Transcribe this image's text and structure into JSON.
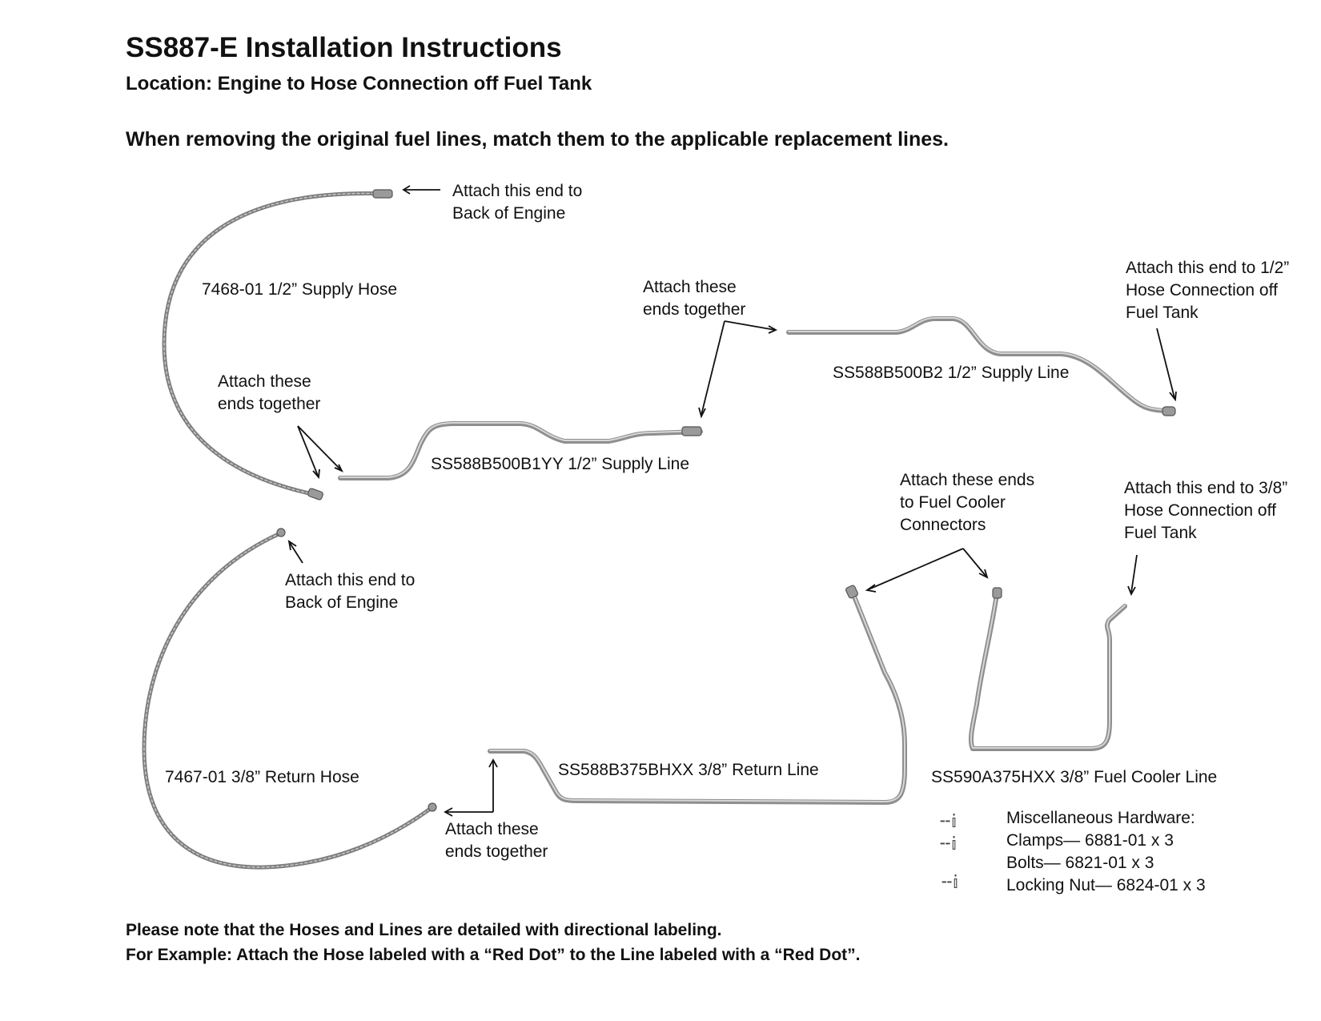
{
  "header": {
    "title": "SS887-E Installation Instructions",
    "location": "Location: Engine to Hose Connection off Fuel Tank",
    "instruction": "When removing the original fuel lines, match them to the applicable replacement lines."
  },
  "parts": {
    "supply_hose": "7468-01 1/2” Supply Hose",
    "supply_line_b1": "SS588B500B1YY 1/2” Supply Line",
    "supply_line_b2": "SS588B500B2 1/2” Supply Line",
    "return_hose": "7467-01 3/8” Return Hose",
    "return_line": "SS588B375BHXX 3/8” Return Line",
    "fuel_cooler_line": "SS590A375HXX 3/8” Fuel Cooler Line"
  },
  "callouts": {
    "supply_back_engine": [
      "Attach this end to",
      "Back of Engine"
    ],
    "supply_together_left": [
      "Attach these",
      "ends together"
    ],
    "supply_together_mid": [
      "Attach these",
      "ends together"
    ],
    "supply_tank": [
      "Attach this end to 1/2”",
      "Hose Connection off",
      "Fuel Tank"
    ],
    "cooler_connectors": [
      "Attach these ends",
      "to Fuel Cooler",
      "Connectors"
    ],
    "return_tank": [
      "Attach this end to 3/8”",
      "Hose Connection off",
      "Fuel Tank"
    ],
    "return_back_engine": [
      "Attach this end to",
      "Back of Engine"
    ],
    "return_together": [
      "Attach these",
      "ends together"
    ]
  },
  "hardware": {
    "heading": "Miscellaneous Hardware:",
    "items": [
      "Clamps— 6881-01 x 3",
      "Bolts— 6821-01 x 3",
      "Locking Nut— 6824-01 x 3"
    ]
  },
  "notes": [
    "Please note that the Hoses and Lines are detailed with directional labeling.",
    "For Example: Attach the Hose labeled with a “Red Dot” to the Line labeled with a “Red Dot”."
  ]
}
